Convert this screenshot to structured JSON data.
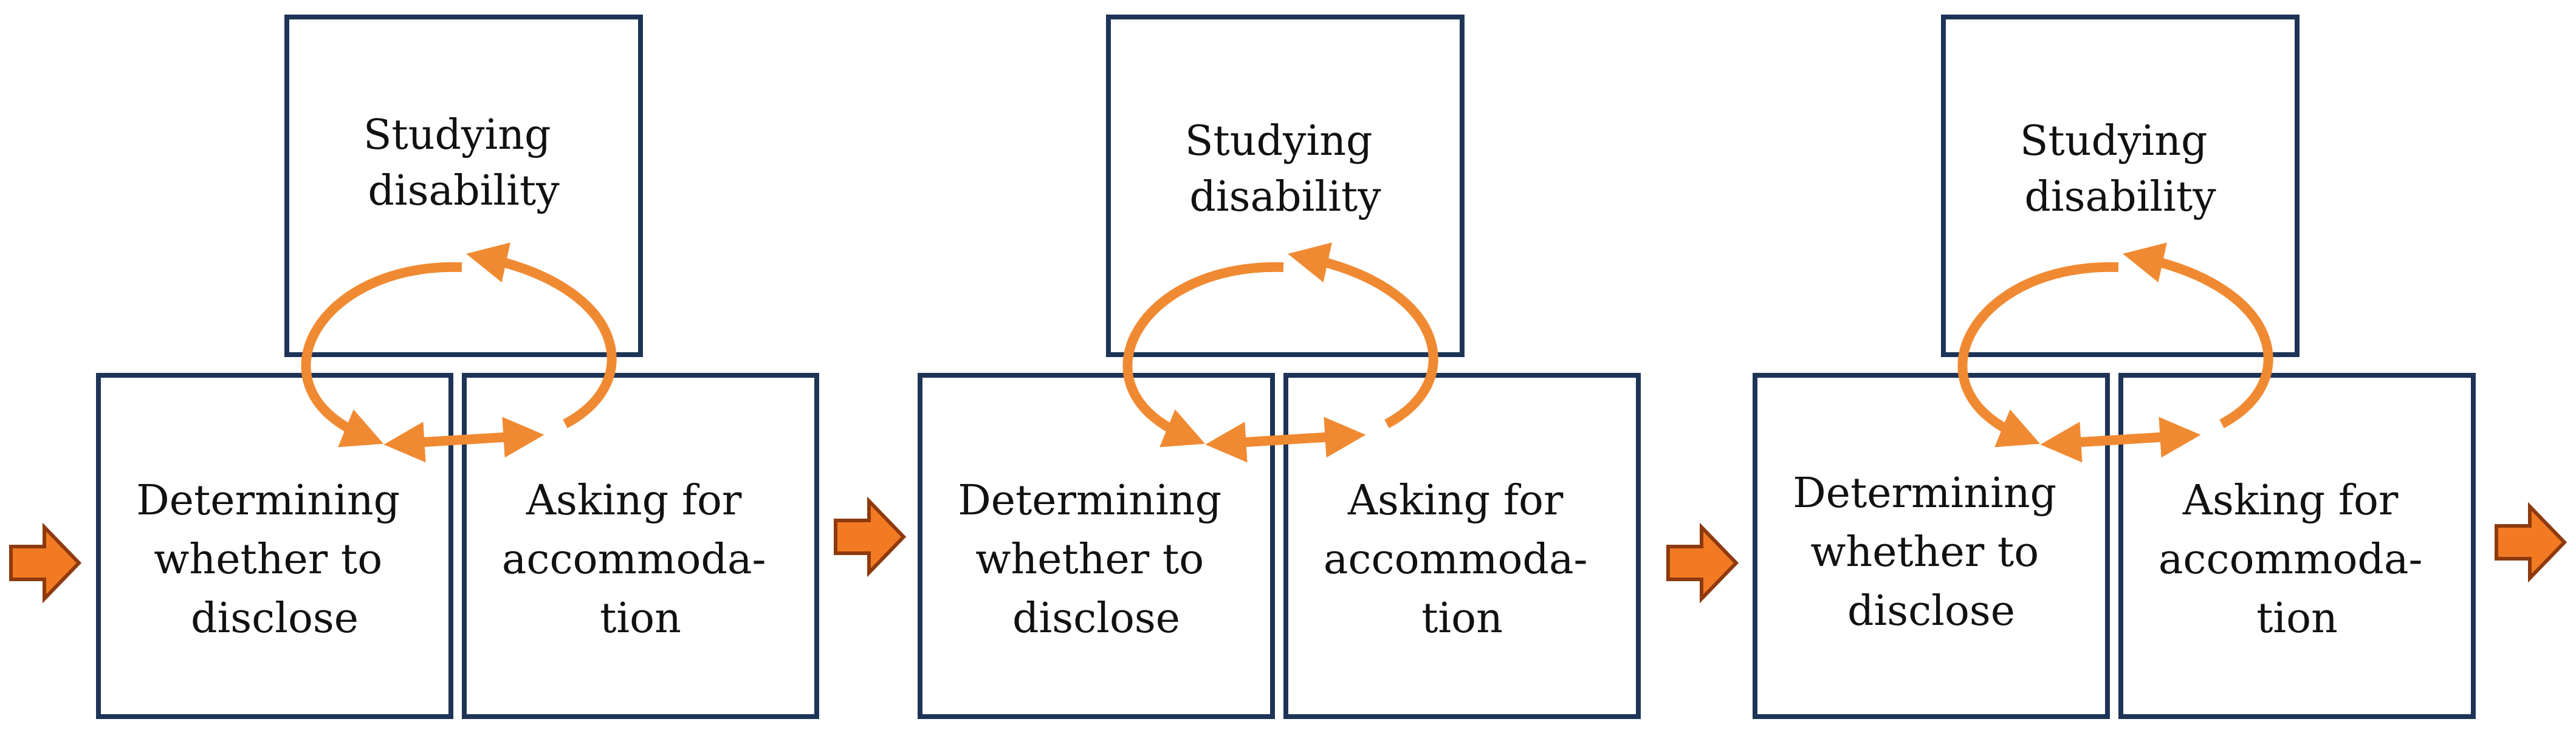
{
  "colors": {
    "box_border": "#1e3457",
    "cycle_arrow": "#f08a32",
    "flow_arrow_fill": "#f27a22",
    "flow_arrow_border": "#8e3a0f"
  },
  "stages": [
    {
      "top_box": [
        "Studying",
        "disability"
      ],
      "left_box": [
        "Determining",
        "whether to",
        "disclose"
      ],
      "right_box": [
        "Asking for",
        "accommoda-",
        "tion"
      ]
    },
    {
      "top_box": [
        "Studying",
        "disability"
      ],
      "left_box": [
        "Determining",
        "whether to",
        "disclose"
      ],
      "right_box": [
        "Asking for",
        "accommoda-",
        "tion"
      ]
    },
    {
      "top_box": [
        "Studying",
        "disability"
      ],
      "left_box": [
        "Determining",
        "whether to",
        "disclose"
      ],
      "right_box": [
        "Asking for",
        "accommoda-",
        "tion"
      ]
    }
  ],
  "flow_arrows": 4
}
